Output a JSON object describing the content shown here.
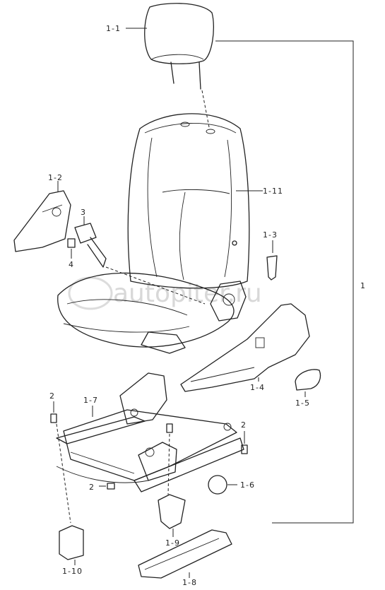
{
  "labels": {
    "assembly": "1",
    "headrest": "1-1",
    "recliner_cover_left": "1-2",
    "knob_3": "3",
    "screw_4": "4",
    "lever_cap": "1-3",
    "side_cover": "1-4",
    "lever_handle": "1-5",
    "cap_6": "1-6",
    "frame_1_7": "1-7",
    "rail_cover_1_8": "1-8",
    "cover_1_9": "1-9",
    "cover_1_10": "1-10",
    "seat_cushion": "1-11",
    "bolt_left": "2",
    "bolt_right": "2",
    "bolt_bottom": "2"
  },
  "watermark": "autopiter.ru"
}
